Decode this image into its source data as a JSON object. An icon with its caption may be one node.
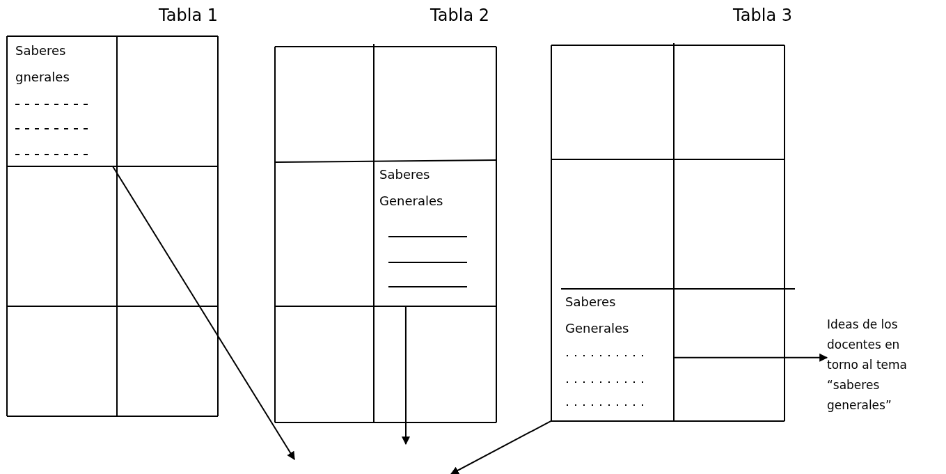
{
  "diagram": {
    "nodes": [
      {
        "text": [
          "Tabla 1"
        ]
      },
      {
        "text": [
          "Saberes gnerales"
        ],
        "in": 0
      },
      {
        "text": [
          "Tabla 2"
        ]
      },
      {
        "text": [
          "Saberes Generales"
        ],
        "in": 2
      },
      {
        "text": [
          "Tabla 3"
        ]
      },
      {
        "text": [
          "Saberes Generales"
        ],
        "in": 4
      },
      {
        "text": [
          "Ideas de los docentes en torno al tema “saberes generales”"
        ]
      }
    ],
    "edges": [
      {
        "from": 1,
        "to": null,
        "arrow": "to"
      },
      {
        "from": 3,
        "to": null,
        "arrow": "to"
      },
      {
        "from": 5,
        "to": null,
        "arrow": "to"
      },
      {
        "from": 5,
        "to": 6,
        "arrow": "to"
      }
    ]
  }
}
